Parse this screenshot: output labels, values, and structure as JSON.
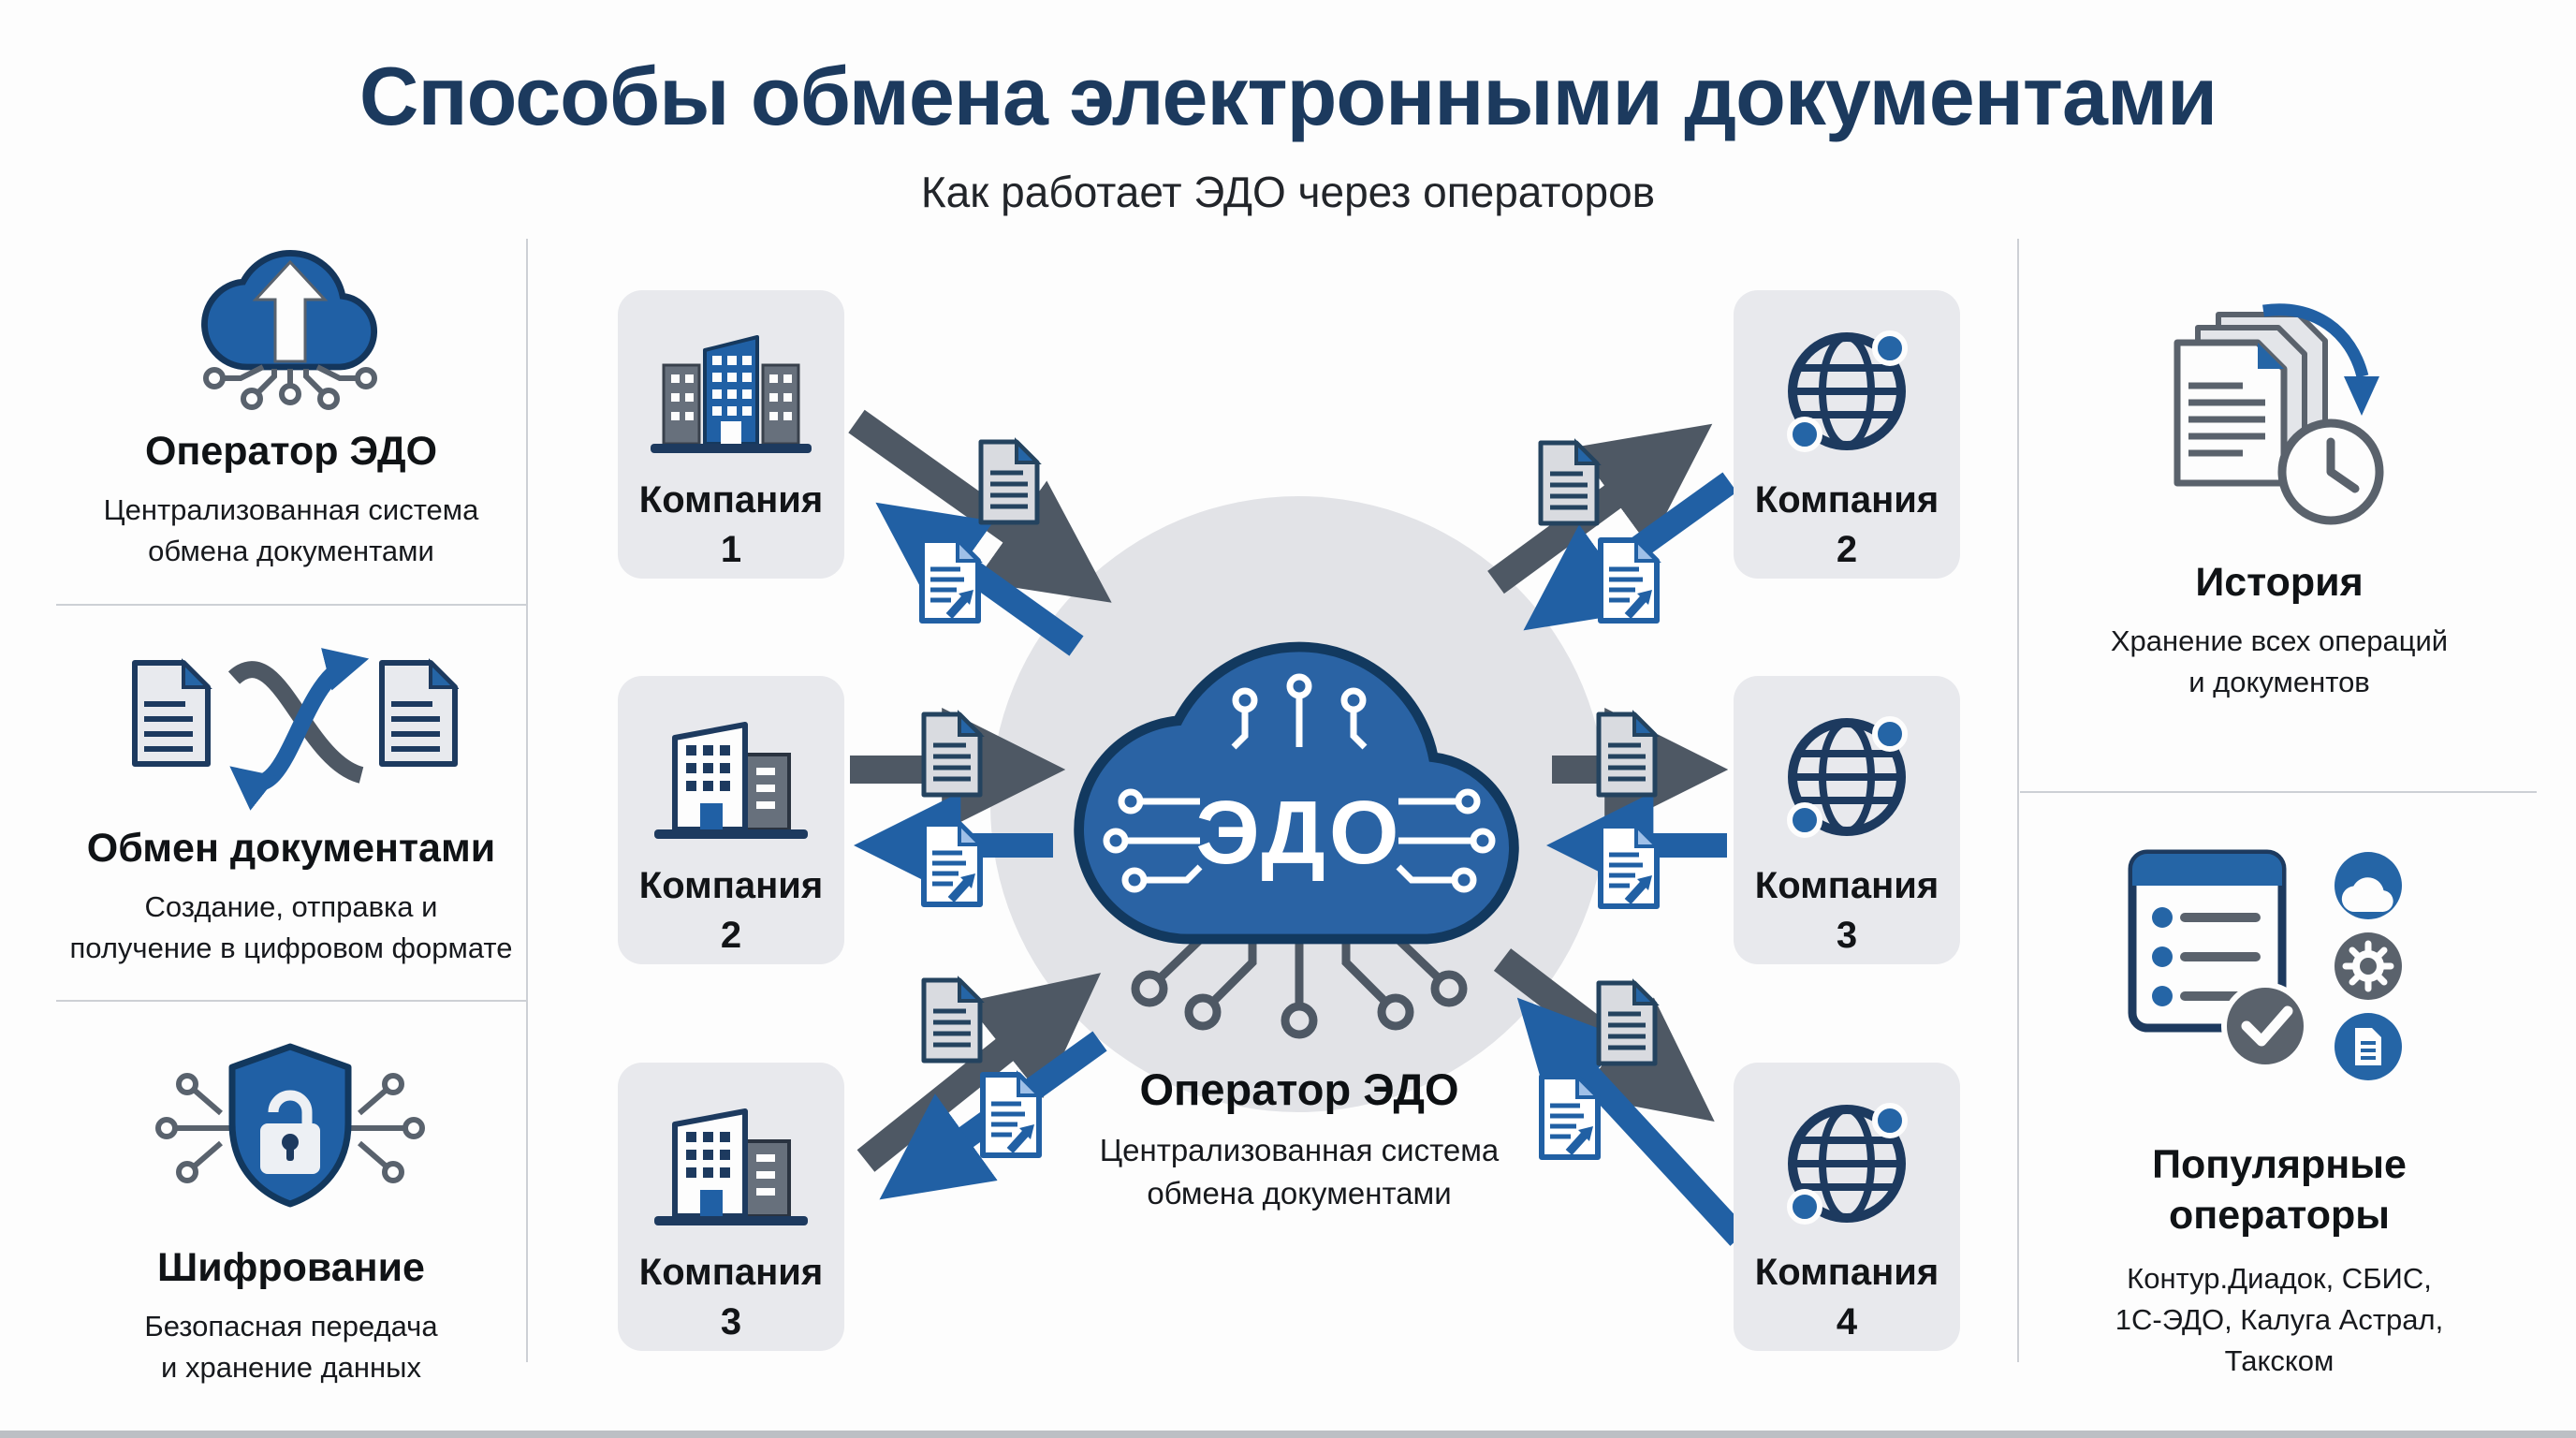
{
  "header": {
    "title": "Способы обмена электронными документами",
    "subtitle": "Как работает ЭДО через операторов"
  },
  "colors": {
    "navy_title": "#1c3a5e",
    "accent_blue": "#2565a6",
    "outline_navy": "#1d3a5f",
    "arrow_gray": "#4e5864",
    "panel_gray": "#e8e9ed",
    "circle_gray": "#e2e3e7",
    "divider_gray": "#cdd0d5"
  },
  "sidebar_left": {
    "items": [
      {
        "icon": "cloud-upload-icon",
        "title": "Оператор ЭДО",
        "desc1": "Централизованная система",
        "desc2": "обмена документами"
      },
      {
        "icon": "document-exchange-icon",
        "title": "Обмен документами",
        "desc1": "Создание, отправка и",
        "desc2": "получение в цифровом формате"
      },
      {
        "icon": "shield-lock-icon",
        "title": "Шифрование",
        "desc1": "Безопасная передача",
        "desc2": "и хранение данных"
      }
    ]
  },
  "sidebar_right": {
    "items": [
      {
        "icon": "documents-history-icon",
        "title": "История",
        "desc1": "Хранение всех операций",
        "desc2": "и документов"
      },
      {
        "icon": "checklist-operators-icon",
        "title1": "Популярные",
        "title2": "операторы",
        "desc1": "Контур.Диадок, СБИС,",
        "desc2": "1С-ЭДО, Калуга Астрал,",
        "desc3": "Такском"
      }
    ]
  },
  "diagram": {
    "center": {
      "cloud_label": "ЭДО",
      "title": "Оператор ЭДО",
      "desc1": "Централизованная система",
      "desc2": "обмена документами"
    },
    "companies_left": [
      {
        "icon": "buildings-icon",
        "label": "Компания",
        "number": "1"
      },
      {
        "icon": "buildings-icon",
        "label": "Компания",
        "number": "2"
      },
      {
        "icon": "buildings-icon",
        "label": "Компания",
        "number": "3"
      }
    ],
    "companies_right": [
      {
        "icon": "globe-icon",
        "label": "Компания",
        "number": "2"
      },
      {
        "icon": "globe-icon",
        "label": "Компания",
        "number": "3"
      },
      {
        "icon": "globe-icon",
        "label": "Компания",
        "number": "4"
      }
    ],
    "flows": [
      {
        "from": "Компания 1 (слева)",
        "to": "Оператор ЭДО",
        "arrow": "gray"
      },
      {
        "from": "Оператор ЭДО",
        "to": "Компания 1 (слева)",
        "arrow": "blue"
      },
      {
        "from": "Компания 2 (слева)",
        "to": "Оператор ЭДО",
        "arrow": "gray"
      },
      {
        "from": "Оператор ЭДО",
        "to": "Компания 2 (слева)",
        "arrow": "blue"
      },
      {
        "from": "Компания 3 (слева)",
        "to": "Оператор ЭДО",
        "arrow": "gray"
      },
      {
        "from": "Оператор ЭДО",
        "to": "Компания 3 (слева)",
        "arrow": "blue"
      },
      {
        "from": "Оператор ЭДО",
        "to": "Компания 2 (справа)",
        "arrow": "gray"
      },
      {
        "from": "Компания 2 (справа)",
        "to": "Оператор ЭДО",
        "arrow": "blue"
      },
      {
        "from": "Оператор ЭДО",
        "to": "Компания 3 (справа)",
        "arrow": "gray"
      },
      {
        "from": "Компания 3 (справа)",
        "to": "Оператор ЭДО",
        "arrow": "blue"
      },
      {
        "from": "Оператор ЭДО",
        "to": "Компания 4 (справа)",
        "arrow": "gray"
      },
      {
        "from": "Компания 4 (справа)",
        "to": "Оператор ЭДО",
        "arrow": "blue"
      }
    ]
  }
}
